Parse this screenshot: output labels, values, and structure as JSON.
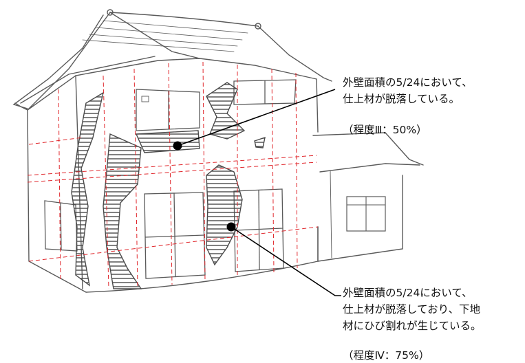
{
  "callouts": [
    {
      "description": "外壁面積の5/24において、\n仕上材が脱落している。",
      "degree": "（程度Ⅲ：50%）"
    },
    {
      "description": "外壁面積の5/24において、\n仕上材が脱落しており、下地\n材にひび割れが生じている。",
      "degree": "（程度Ⅳ：75%）"
    }
  ],
  "colors": {
    "sketch": "#5a5a5a",
    "grid": "#e0262b",
    "leader": "#000000",
    "background": "#ffffff"
  }
}
